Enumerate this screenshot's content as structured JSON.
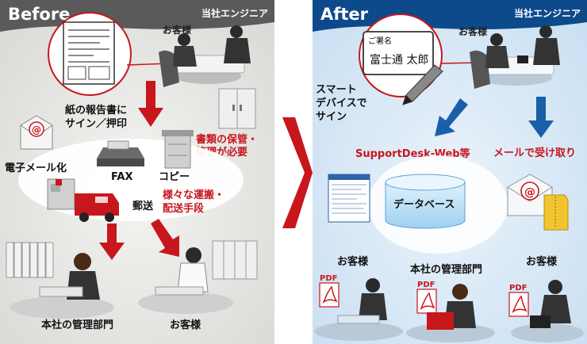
{
  "before": {
    "header": "Before",
    "engineer": "当社エンジニア",
    "customer": "お客様",
    "paper_report": [
      "紙の報告書に",
      "サイン／押印"
    ],
    "storage_note": [
      "書類の保管・",
      "管理が必要"
    ],
    "email": "電子メール化",
    "fax": "FAX",
    "copy": "コピー",
    "shipping": "郵送",
    "transport_note": [
      "様々な運搬・",
      "配送手段"
    ],
    "hq": "本社の管理部門",
    "customer_bottom": "お客様"
  },
  "after": {
    "header": "After",
    "engineer": "当社エンジニア",
    "customer": "お客様",
    "signature_label": "ご署名",
    "signature_name": "富士通 太郎",
    "smart_device": [
      "スマート",
      "デバイスで",
      "サイン"
    ],
    "system": "SupportDesk-Web等",
    "mail_receive": "メールで受け取り",
    "database": "データベース",
    "email_symbol": "@",
    "customer_left": "お客様",
    "hq": "本社の管理部門",
    "customer_right": "お客様",
    "pdf": "PDF"
  },
  "colors": {
    "before_bg": "#e6e6e4",
    "before_header": "#4d4d4d",
    "after_bg": "#d8e8f6",
    "after_header": "#0d4a8c",
    "red_arrow": "#c8161d",
    "blue_arrow": "#1a5fa8",
    "red_text": "#c8161d",
    "dark": "#222222"
  }
}
